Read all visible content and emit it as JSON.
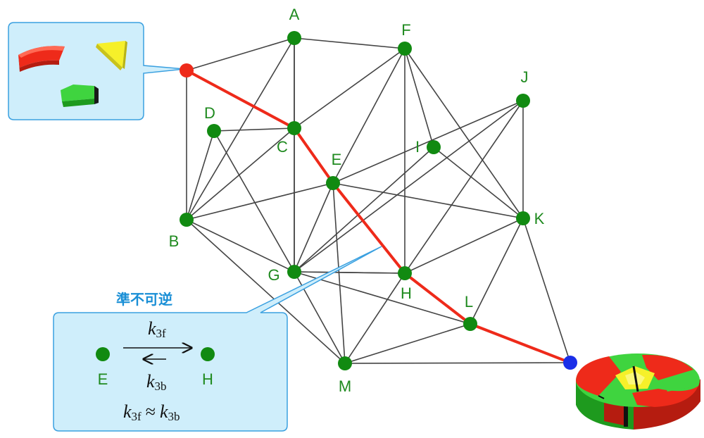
{
  "nodes": [
    {
      "id": "A",
      "label": "A"
    },
    {
      "id": "B",
      "label": "B"
    },
    {
      "id": "C",
      "label": "C"
    },
    {
      "id": "D",
      "label": "D"
    },
    {
      "id": "E",
      "label": "E"
    },
    {
      "id": "F",
      "label": "F"
    },
    {
      "id": "G",
      "label": "G"
    },
    {
      "id": "H",
      "label": "H"
    },
    {
      "id": "I",
      "label": "I"
    },
    {
      "id": "J",
      "label": "J"
    },
    {
      "id": "K",
      "label": "K"
    },
    {
      "id": "L",
      "label": "L"
    },
    {
      "id": "M",
      "label": "M"
    }
  ],
  "callout": {
    "title": "準不可逆",
    "left_node": "E",
    "right_node": "H",
    "forward_rate": {
      "symbol": "k",
      "sub": "3f"
    },
    "backward_rate": {
      "symbol": "k",
      "sub": "3b"
    },
    "relation": {
      "left_sub": "3f",
      "op": "≈",
      "right_sub": "3b"
    }
  },
  "colors": {
    "node": "#118a11",
    "edge": "#444444",
    "path": "#ee2a1a",
    "start": "#ee2a1a",
    "end": "#1a2ee8",
    "callout_fill": "#cfeefb",
    "callout_stroke": "#3aa0e0"
  }
}
